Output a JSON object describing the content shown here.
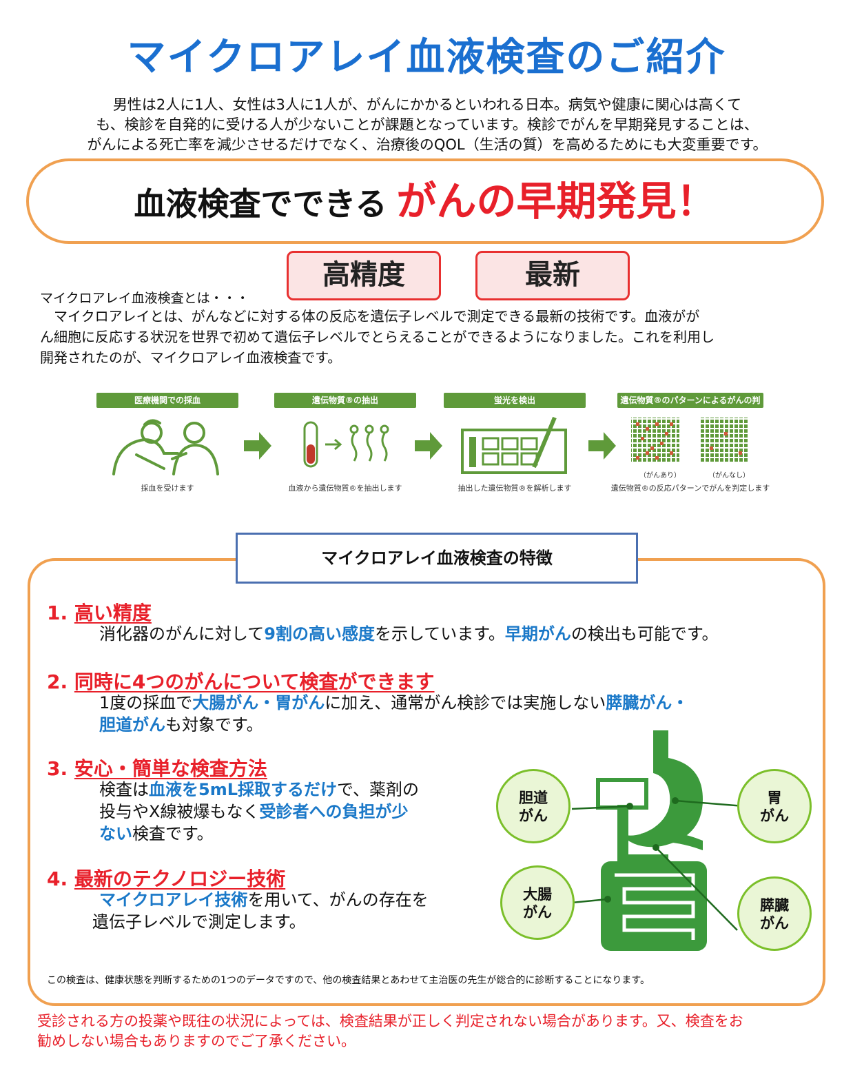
{
  "title": "マイクロアレイ血液検査のご紹介",
  "intro": [
    "男性は2人に1人、女性は3人に1人が、がんにかかるといわれる日本。病気や健康に関心は高くて",
    "も、検診を自発的に受ける人が少ないことが課題となっています。検診でがんを早期発見することは、",
    "がんによる死亡率を減少させるだけでなく、治療後のQOL（生活の質）を高めるためにも大変重要です。"
  ],
  "banner": {
    "prefix": "血液検査でできる",
    "emphasis": "がんの早期発見！"
  },
  "tags": [
    "高精度",
    "最新"
  ],
  "what": {
    "title": "マイクロアレイ血液検査とは・・・",
    "body": [
      "　マイクロアレイとは、がんなどに対する体の反応を遺伝子レベルで測定できる最新の技術です。血液がが",
      "ん細胞に反応する状況を世界で初めて遺伝子レベルでとらえることができるようになりました。これを利用し",
      "開発されたのが、マイクロアレイ血液検査です。"
    ]
  },
  "steps": [
    {
      "label": "医療機関での採血",
      "caption": "採血を受けます"
    },
    {
      "label": "遺伝物質®の抽出",
      "caption": "血液から遺伝物質®を抽出します"
    },
    {
      "label": "蛍光を検出",
      "caption": "抽出した遺伝物質®を解析します"
    },
    {
      "label": "遺伝物質®のパターンによるがんの判定",
      "caption": "遺伝物質®の反応パターンでがんを判定します",
      "sub": [
        "（がんあり）",
        "（がんなし）"
      ]
    }
  ],
  "features_title": "マイクロアレイ血液検査の特徴",
  "features": [
    {
      "num": "1.",
      "head": "高い精度",
      "l1a": "消化器のがんに対して",
      "l1b": "9割の高い感度",
      "l1c": "を示しています。",
      "l1d": "早期がん",
      "l1e": "の検出も可能です。"
    },
    {
      "num": "2.",
      "head": "同時に4つのがんについて検査ができます",
      "l1a": "1度の採血で",
      "l1b": "大腸がん・胃がん",
      "l1c": "に加え、通常がん検診では実施しない",
      "l1d": "膵臓がん・",
      "l2a": "胆道がん",
      "l2b": "も対象です。"
    },
    {
      "num": "3.",
      "head": "安心・簡単な検査方法",
      "l1a": "検査は",
      "l1b": "血液を5mL採取するだけ",
      "l1c": "で、薬剤の",
      "l2a": "投与やX線被爆もなく",
      "l2b": "受診者への負担が少",
      "l3a": "ない",
      "l3b": "検査です。"
    },
    {
      "num": "4.",
      "head": "最新のテクノロジー技術",
      "l1a": "マイクロアレイ技術",
      "l1b": "を用いて、がんの存在を",
      "l2a": "遺伝子レベルで測定します。"
    }
  ],
  "organs": [
    {
      "l1": "胆道",
      "l2": "がん"
    },
    {
      "l1": "胃",
      "l2": "がん"
    },
    {
      "l1": "大腸",
      "l2": "がん"
    },
    {
      "l1": "膵臓",
      "l2": "がん"
    }
  ],
  "colors": {
    "title": "#1a6fd0",
    "accent_red": "#e8202a",
    "highlight_blue": "#1a78c8",
    "orange_border": "#f0a050",
    "green": "#5f9a3a"
  },
  "note": "この検査は、健康状態を判断するための1つのデータですので、他の検査結果とあわせて主治医の先生が総合的に診断することになります。",
  "warning": [
    "受診される方の投薬や既往の状況によっては、検査結果が正しく判定されない場合があります。又、検査をお",
    "勧めしない場合もありますのでご了承ください。"
  ]
}
